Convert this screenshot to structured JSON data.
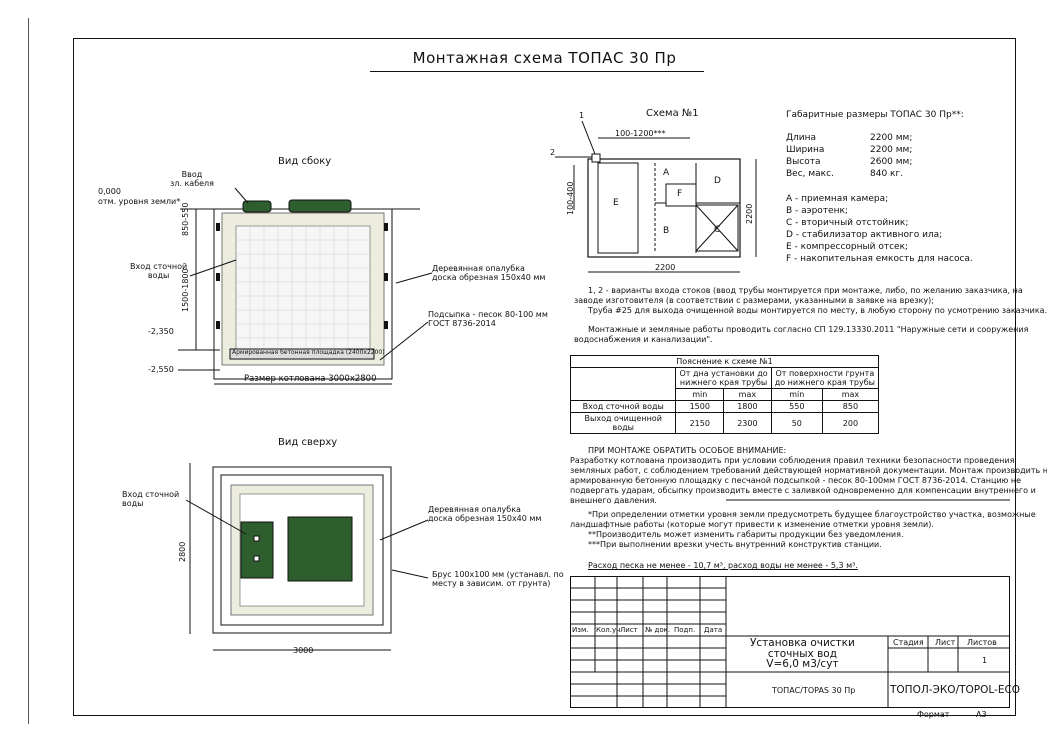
{
  "title": "Монтажная схема ТОПАС 30 Пр",
  "side_view": {
    "heading": "Вид сбоку",
    "cable_entry": "Ввод\nзл. кабеля",
    "ground_mark": "0,000",
    "ground_label": "отм. уровня земли*",
    "dim_top": "850-550",
    "dim_mid": "1500-1800",
    "inlet_label": "Вход сточной\nводы",
    "formwork_label": "Деревянная опалубка\nдоска обрезная 150х40 мм",
    "bedding_label": "Подсыпка - песок 80-100 мм\nГОСТ 8736-2014",
    "mark_2350": "-2,350",
    "mark_2550": "-2,550",
    "slab_label": "Армированная бетонная площадка (2400х2200)",
    "pit_size": "Размер котлована 3000х2800"
  },
  "top_view": {
    "heading": "Вид сверху",
    "inlet_label": "Вход сточной\nводы",
    "formwork_label": "Деревянная опалубка\nдоска обрезная 150х40 мм",
    "beam_label": "Брус 100х100 мм (устанавл. по\nместу в зависим. от грунта)",
    "dim_h": "3000",
    "dim_v": "2800"
  },
  "scheme": {
    "heading": "Схема №1",
    "marker_1": "1",
    "marker_2": "2",
    "dim_top": "100-1200***",
    "dim_left": "100-400",
    "dim_bottom": "2200",
    "dim_right": "2200",
    "zones": {
      "a": "A",
      "b": "B",
      "c": "C",
      "d": "D",
      "e": "E",
      "f": "F"
    }
  },
  "dimensions": {
    "heading": "Габаритные размеры ТОПАС 30 Пр**:",
    "rows": [
      {
        "label": "Длина",
        "value": "2200 мм;"
      },
      {
        "label": "Ширина",
        "value": "2200 мм;"
      },
      {
        "label": "Высота",
        "value": "2600 мм;"
      },
      {
        "label": "Вес, макс.",
        "value": "840 кг."
      }
    ]
  },
  "legend": [
    "А - приемная камера;",
    "В - аэротенк;",
    "С - вторичный отстойник;",
    "D - стабилизатор активного ила;",
    "Е - компрессорный отсек;",
    "F - накопительная емкость для насоса."
  ],
  "notes": [
    "1, 2 - варианты входа  стоков (ввод трубы монтируется при монтаже, либо, по желанию заказчика, на",
    "заводе изготовителя (в соответствии с размерами, указанными в заявке на врезку);",
    "Труба #25 для выхода очищенной воды монтируется по месту, в любую сторону по усмотрению заказчика.",
    "Монтажные и земляные работы проводить согласно СП 129.13330.2011 \"Наружные сети и сооружения",
    "водоснабжения и канализации\"."
  ],
  "explanation_table": {
    "caption": "Пояснение к схеме №1",
    "group_1": "От дна установки до\nнижнего края трубы",
    "group_2": "От поверхности грунта\nдо нижнего края трубы",
    "sub": [
      "min",
      "max",
      "min",
      "max"
    ],
    "rows": [
      {
        "label": "Вход сточной воды",
        "values": [
          "1500",
          "1800",
          "550",
          "850"
        ]
      },
      {
        "label": "Выход очищенной воды",
        "values": [
          "2150",
          "2300",
          "50",
          "200"
        ]
      }
    ]
  },
  "attention": {
    "heading": "ПРИ МОНТАЖЕ ОБРАТИТЬ ОСОБОЕ ВНИМАНИЕ:",
    "lines": [
      "Разработку котлована производить при условии соблюдения правил техники безопасности проведения",
      "земляных работ, с соблюдением требований действующей нормативной документации.  Монтаж производить на",
      "армированную бетонную площадку с песчаной подсыпкой - песок 80-100мм ГОСТ 8736-2014. Станцию не",
      "подвергать ударам, обсыпку производить вместе с заливкой одновременно для компенсации внутреннего и",
      "внешнего давления."
    ],
    "footnotes": [
      "*При определении отметки уровня земли предусмотреть будущее благоустройство участка, возможные",
      "ландшафтные работы (которые могут привести к изменение отметки уровня земли).",
      "**Производитель может изменить габариты продукции без уведомления.",
      "***При выполнении врезки учесть внутренний конструктив станции."
    ],
    "consumption": "Расход песка не менее - 10,7 м³, расход воды не менее - 5,3 м³."
  },
  "stamp": {
    "cols": [
      "Изм.",
      "Кол.уч",
      "Лист",
      "№ док.",
      "Подп.",
      "Дата"
    ],
    "title": "Установка очистки\nсточных вод\nV=6,0 м3/сут",
    "stage": "Стадия",
    "sheet": "Лист",
    "sheets": "Листов",
    "sheets_value": "1",
    "product": "ТОПАС/TOPAS 30 Пр",
    "company": "ТОПОЛ-ЭКО/TOPOL-ECO",
    "format_label": "Формат",
    "format_value": "А3"
  },
  "colors": {
    "unit_green": "#2e5e2e",
    "line": "#111111"
  }
}
